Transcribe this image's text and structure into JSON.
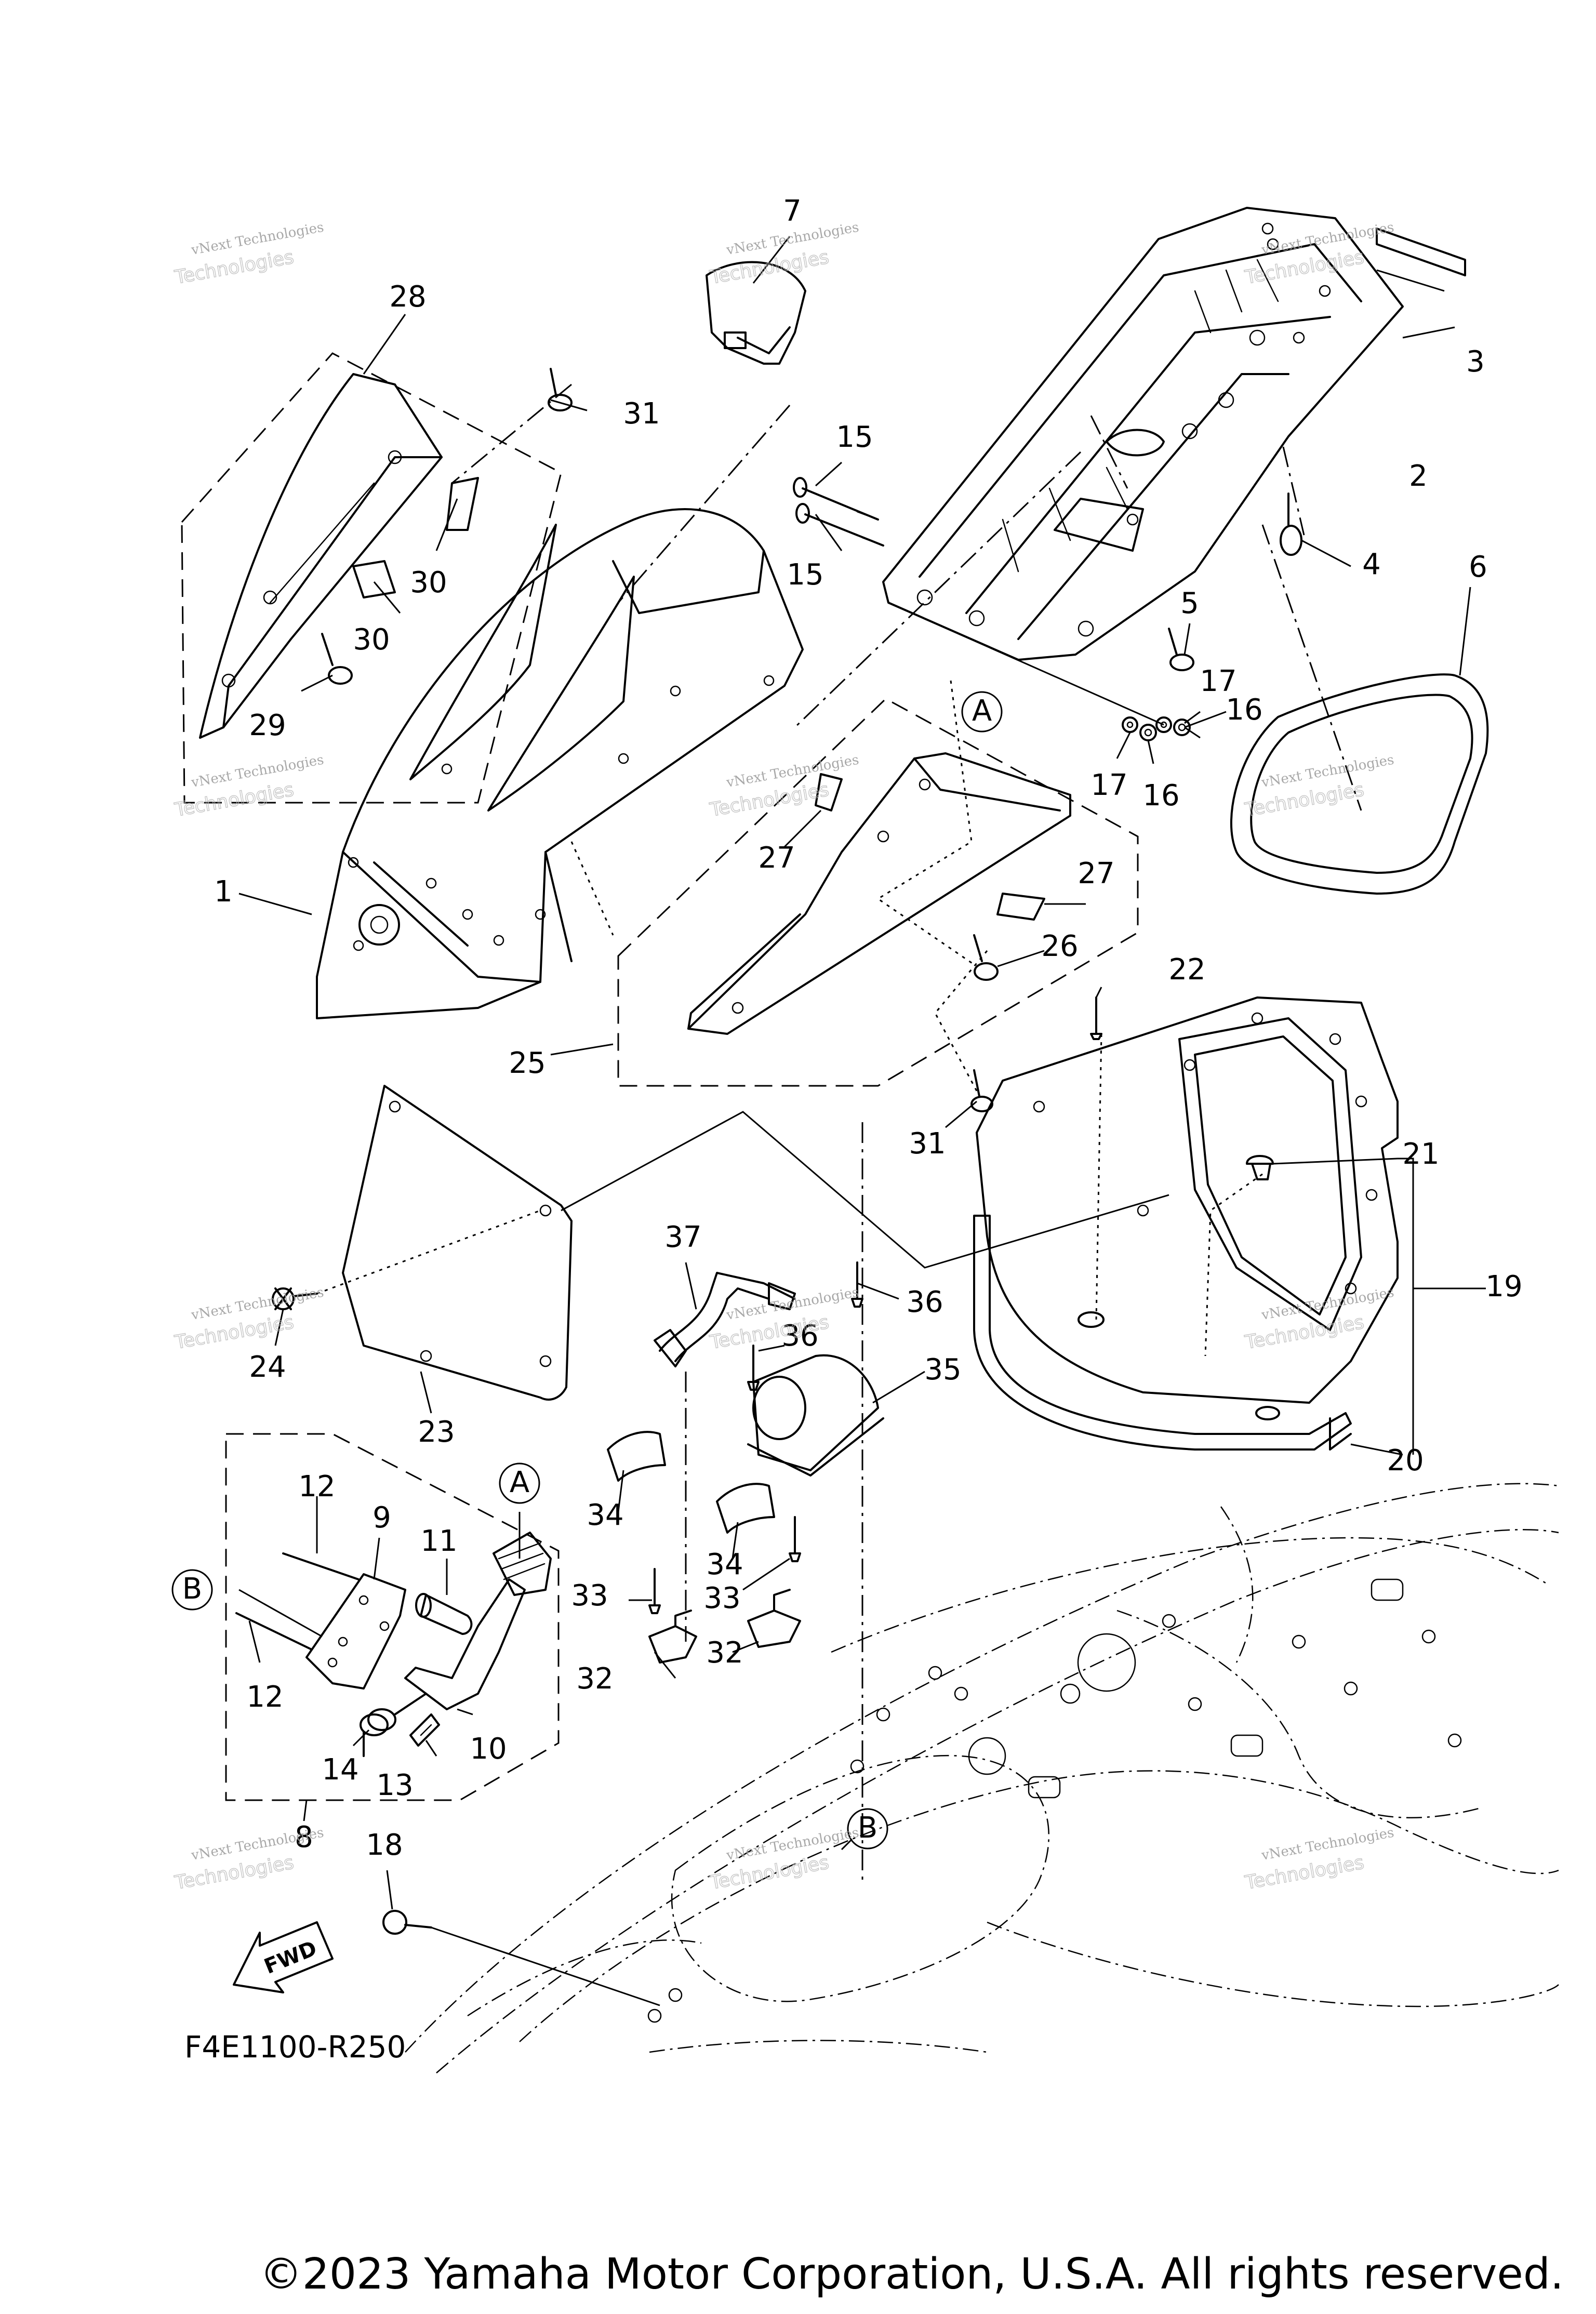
{
  "diagram": {
    "ref_code": "F4E1100-R250",
    "fwd_label": "FWD",
    "ref_circles": [
      "A",
      "A",
      "B",
      "B"
    ],
    "callouts": [
      "1",
      "2",
      "3",
      "4",
      "5",
      "6",
      "7",
      "8",
      "9",
      "10",
      "11",
      "12",
      "12",
      "13",
      "14",
      "15",
      "15",
      "16",
      "16",
      "17",
      "17",
      "18",
      "19",
      "20",
      "21",
      "22",
      "23",
      "24",
      "25",
      "26",
      "27",
      "27",
      "28",
      "29",
      "30",
      "30",
      "31",
      "31",
      "32",
      "32",
      "33",
      "33",
      "34",
      "34",
      "35",
      "36",
      "36",
      "37"
    ],
    "watermark": {
      "line1": "vNext Technologies",
      "line2": "Technologies"
    }
  },
  "footer": {
    "copyright": "©2023 Yamaha Motor Corporation, U.S.A. All rights reserved."
  }
}
